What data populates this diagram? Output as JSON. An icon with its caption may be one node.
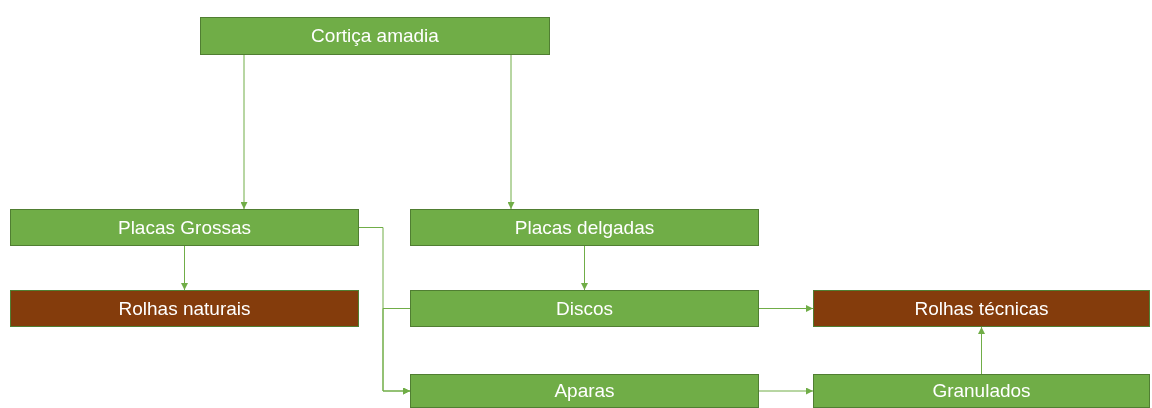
{
  "diagram": {
    "nodes": [
      {
        "text": [
          "Cortiça amadia"
        ]
      },
      {
        "text": [
          "Placas Grossas"
        ]
      },
      {
        "text": [
          "Placas delgadas"
        ]
      },
      {
        "text": [
          "Rolhas naturais"
        ]
      },
      {
        "text": [
          "Discos"
        ]
      },
      {
        "text": [
          "Rolhas técnicas"
        ]
      },
      {
        "text": [
          "Aparas"
        ]
      },
      {
        "text": [
          "Granulados"
        ]
      }
    ],
    "edges": [
      {
        "from": 0,
        "to": 1,
        "arrow": "to"
      },
      {
        "from": 0,
        "to": 2,
        "arrow": "to"
      },
      {
        "from": 1,
        "to": 3,
        "arrow": "to"
      },
      {
        "from": 2,
        "to": 4,
        "arrow": "to"
      },
      {
        "from": 1,
        "to": 6,
        "arrow": "to"
      },
      {
        "from": 4,
        "to": 6,
        "arrow": "to"
      },
      {
        "from": 4,
        "to": 5,
        "arrow": "to"
      },
      {
        "from": 6,
        "to": 7,
        "arrow": "to"
      },
      {
        "from": 7,
        "to": 5,
        "arrow": "to"
      }
    ]
  }
}
